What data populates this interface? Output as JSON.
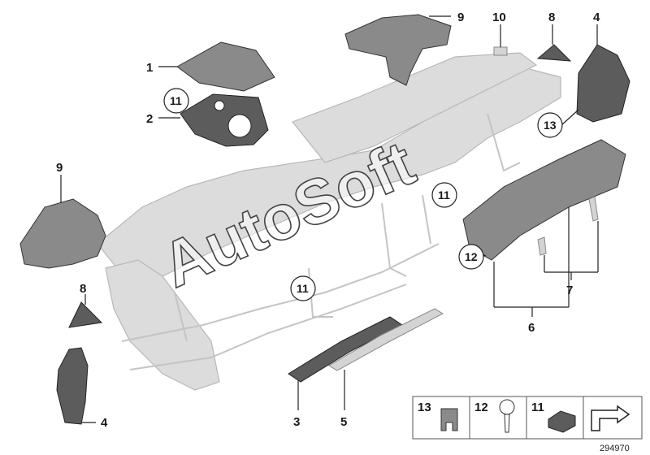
{
  "callouts": {
    "c1": "1",
    "c2": "2",
    "c3": "3",
    "c4a": "4",
    "c4b": "4",
    "c5": "5",
    "c6": "6",
    "c7": "7",
    "c8a": "8",
    "c8b": "8",
    "c9a": "9",
    "c9b": "9",
    "c10": "10"
  },
  "circled": {
    "k11a": "11",
    "k11b": "11",
    "k11c": "11",
    "k12": "12",
    "k13": "13"
  },
  "legend": {
    "items": [
      {
        "label": "13"
      },
      {
        "label": "12"
      },
      {
        "label": "11"
      }
    ]
  },
  "watermark": "AutoSoft",
  "diagram_ref": "294970",
  "colors": {
    "line": "#222222",
    "part_dark": "#5c5c5c",
    "dashboard": "#dcdcdc"
  }
}
